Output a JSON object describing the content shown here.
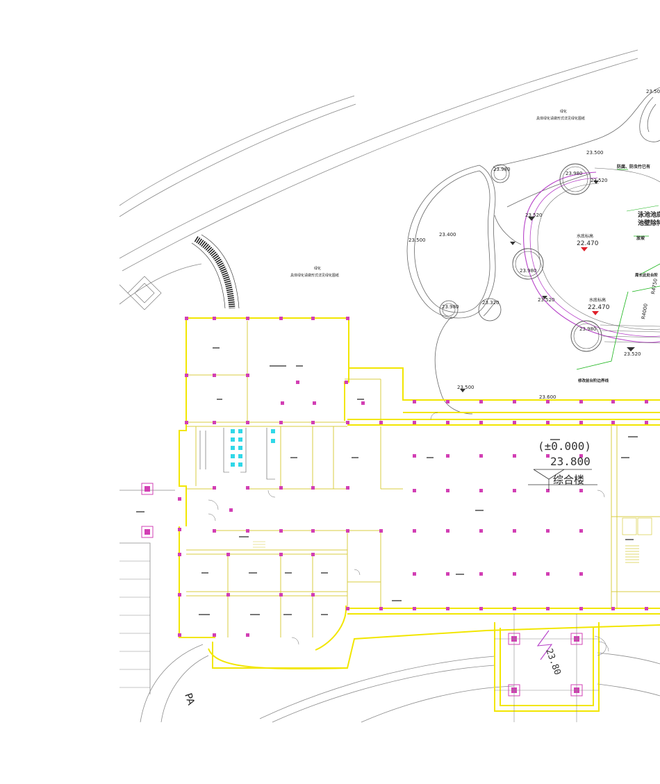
{
  "building": {
    "datum": "(±0.000)",
    "elevation": "23.800",
    "name": "综合楼"
  },
  "elevations": {
    "e1": "23.980",
    "e2": "23.980",
    "e3": "23.980",
    "e4": "23.980",
    "e5": "23.980",
    "e6": "23.520",
    "e7": "23.520",
    "e8": "23.520",
    "e9": "23.520",
    "e10": "23.500",
    "e11": "23.500",
    "e12": "23.500",
    "e13": "23.500",
    "e14": "23.400",
    "e15": "23.600",
    "e16": "23.320"
  },
  "pool": {
    "water_label_1": "水底标高",
    "water_elev_1": "22.470",
    "water_label_2": "水底标高",
    "water_elev_2": "22.470",
    "note_1": "泳池池底",
    "note_2": "池壁除特",
    "note_3": "防腐、防虫竹已有",
    "note_4": "放坡",
    "note_5": "周长此处台阶",
    "note_6": "修改前台阶边界线",
    "radius_1": "R4000",
    "radius_2": "R4750"
  },
  "landscape": {
    "note_1": "绿化",
    "note_2": "具体绿化请做形式详见绿化图纸",
    "note_3": "绿化",
    "note_4": "具体绿化请做形式详见绿化图纸",
    "slope_label": "23.80",
    "road_label": "PA"
  },
  "colors": {
    "wall": "#f2e600",
    "column": "#d23fb4",
    "water": "#b640c8",
    "green": "#18b418",
    "red": "#e0202a",
    "cyan": "#30d8e8",
    "line": "#555555"
  }
}
